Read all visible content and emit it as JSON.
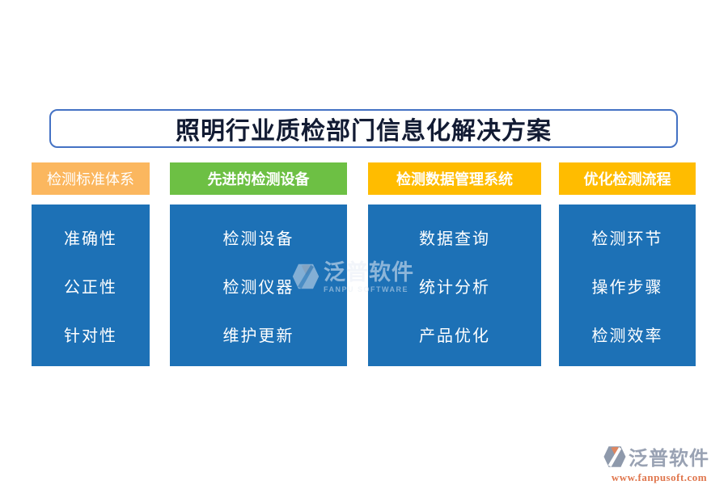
{
  "title": "照明行业质检部门信息化解决方案",
  "columns": [
    {
      "header": "检测标准体系",
      "header_color": "#FBB75F",
      "items": [
        "准确性",
        "公正性",
        "针对性"
      ]
    },
    {
      "header": "先进的检测设备",
      "header_color": "#6DC044",
      "items": [
        "检测设备",
        "检测仪器",
        "维护更新"
      ]
    },
    {
      "header": "检测数据管理系统",
      "header_color": "#FFBC00",
      "items": [
        "数据查询",
        "统计分析",
        "产品优化"
      ]
    },
    {
      "header": "优化检测流程",
      "header_color": "#FFBC00",
      "items": [
        "检测环节",
        "操作步骤",
        "检测效率"
      ]
    }
  ],
  "colors": {
    "panel_blue": "#1D71B6",
    "title_border_blue": "#4472C4",
    "title_text": "#121B33",
    "footer_brand_gray": "#99A2B3",
    "footer_url_orange": "#E0764D"
  },
  "watermark": {
    "brand": "泛普软件",
    "caption": "FANPU SOFTWARE"
  },
  "footer": {
    "brand": "泛普软件",
    "url": "www.fanpusoft.com"
  }
}
